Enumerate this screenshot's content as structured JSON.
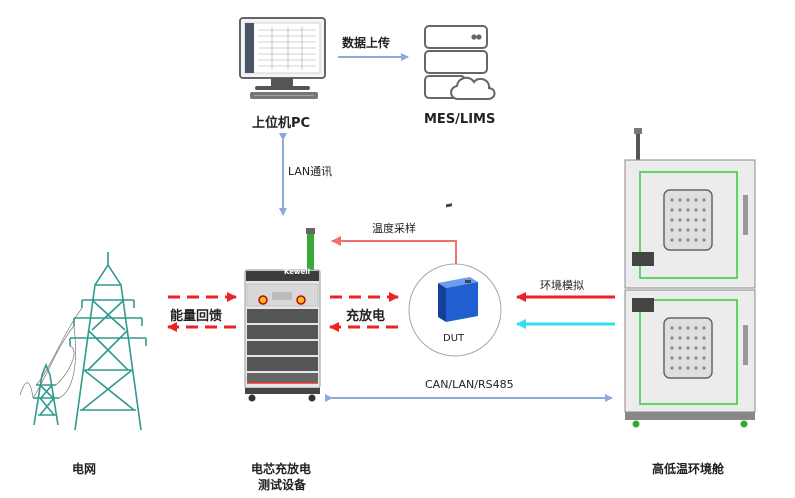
{
  "labels": {
    "data_upload": "数据上传",
    "pc": "上位机PC",
    "mes": "MES/LIMS",
    "lan": "LAN通讯",
    "temp_sampling": "温度采样",
    "env_sim": "环境模拟",
    "energy_feedback": "能量回馈",
    "charge_discharge": "充放电",
    "dut": "DUT",
    "comm": "CAN/LAN/RS485",
    "grid": "电网",
    "tester_line1": "电芯充放电",
    "tester_line2": "测试设备",
    "chamber": "高低温环境舱",
    "brand": "Kewell"
  },
  "colors": {
    "blue_arrow": "#8ea9db",
    "red_arrow": "#ee2222",
    "pink_arrow": "#f07070",
    "cyan_arrow": "#33ddee",
    "chamber_green": "#33cc33",
    "cell_blue": "#1f5fcf"
  }
}
